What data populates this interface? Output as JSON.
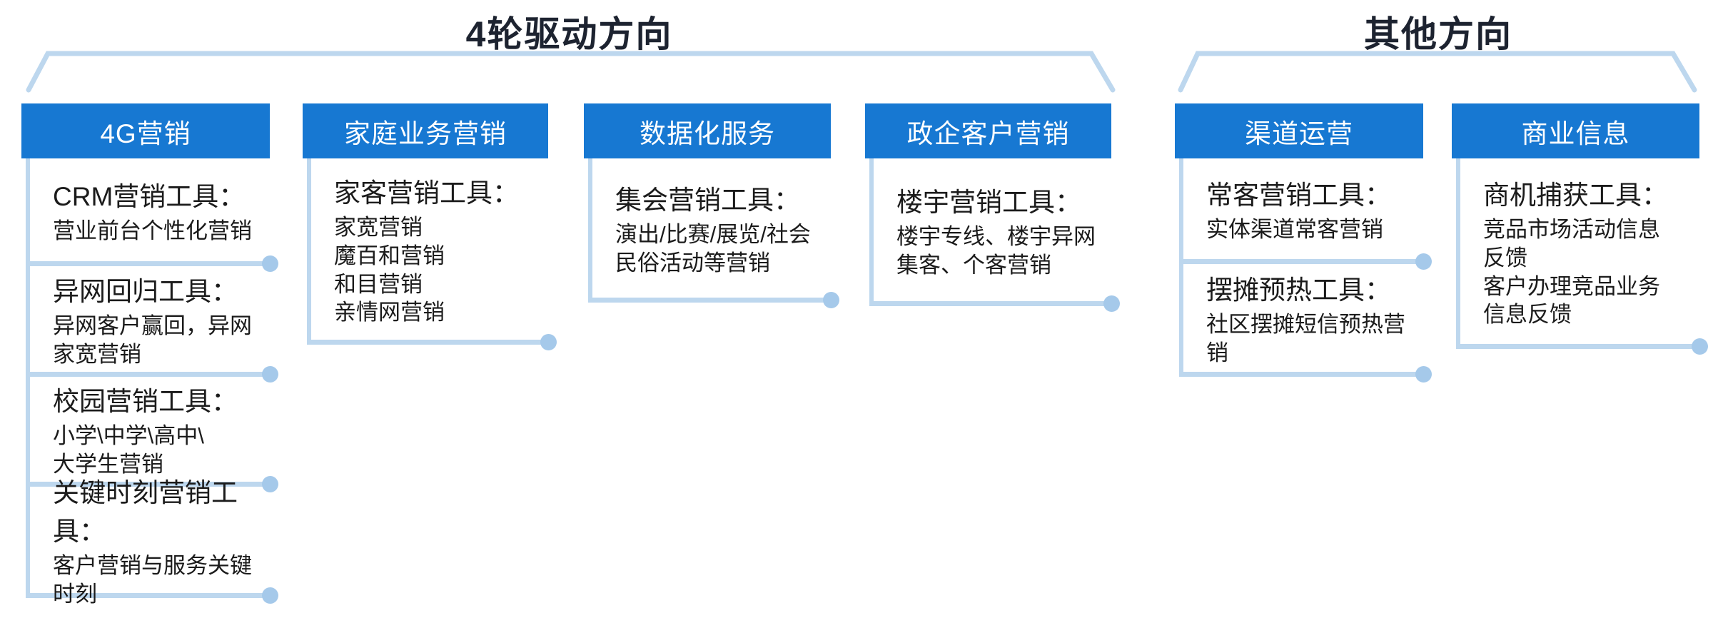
{
  "colors": {
    "header_bg": "#1778d2",
    "header_text": "#ffffff",
    "connector_line": "#bdd7ee",
    "connector_dot": "#a5c9ea",
    "title_text": "#1d2330",
    "body_text": "#1b1b1b"
  },
  "groups": [
    {
      "title": "4轮驱动方向",
      "columns": [
        {
          "header": "4G营销",
          "blocks": [
            {
              "title": "CRM营销工具：",
              "lines": [
                "营业前台个性化营销"
              ]
            },
            {
              "title": "异网回归工具：",
              "lines": [
                "异网客户赢回，异网",
                "家宽营销"
              ]
            },
            {
              "title": "校园营销工具：",
              "lines": [
                "小学\\中学\\高中\\",
                "大学生营销"
              ]
            },
            {
              "title": "关键时刻营销工具：",
              "lines": [
                "客户营销与服务关键",
                "时刻"
              ]
            }
          ]
        },
        {
          "header": "家庭业务营销",
          "blocks": [
            {
              "title": "家客营销工具：",
              "lines": [
                "家宽营销",
                "魔百和营销",
                "和目营销",
                "亲情网营销"
              ]
            }
          ]
        },
        {
          "header": "数据化服务",
          "blocks": [
            {
              "title": "集会营销工具：",
              "lines": [
                "演出/比赛/展览/社会",
                "民俗活动等营销"
              ]
            }
          ]
        },
        {
          "header": "政企客户营销",
          "blocks": [
            {
              "title": "楼宇营销工具：",
              "lines": [
                "楼宇专线、楼宇异网",
                "集客、个客营销"
              ]
            }
          ]
        }
      ]
    },
    {
      "title": "其他方向",
      "columns": [
        {
          "header": "渠道运营",
          "blocks": [
            {
              "title": "常客营销工具：",
              "lines": [
                "实体渠道常客营销"
              ]
            },
            {
              "title": "摆摊预热工具：",
              "lines": [
                "社区摆摊短信预热营销"
              ]
            }
          ]
        },
        {
          "header": "商业信息",
          "blocks": [
            {
              "title": "商机捕获工具：",
              "lines": [
                "竞品市场活动信息",
                "反馈",
                "客户办理竞品业务",
                "信息反馈"
              ]
            }
          ]
        }
      ]
    }
  ]
}
